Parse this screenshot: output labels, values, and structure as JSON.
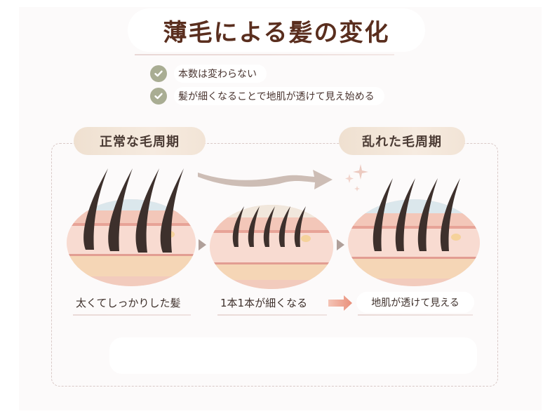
{
  "header": {
    "title": "薄毛による髪の変化"
  },
  "checklist": [
    {
      "icon": "check-circle-icon",
      "text": "本数は変わらない"
    },
    {
      "icon": "check-circle-icon",
      "text": "髪が細くなることで地肌が透けて見え始める"
    }
  ],
  "phases": {
    "normal_label": "正常な毛周期",
    "disrupted_label": "乱れた毛周期"
  },
  "panels": [
    {
      "name": "thick-hair",
      "caption": "太くてしっかりした髪",
      "hair_count": 4
    },
    {
      "name": "thinning-hair",
      "caption": "1本1本が細くなる",
      "hair_count": 5
    },
    {
      "name": "scalp-visible",
      "caption": "地肌が透けて見える",
      "hair_count": 4
    }
  ],
  "colors": {
    "title": "#5a2e1e",
    "check_icon": "#a9ad93",
    "hair": "#3d302c",
    "skin_light": "#f6d5cb",
    "skin_dark": "#e9a99b",
    "fat_layer": "#f4d9b7",
    "arrow_big": "#cdbdb5",
    "arrow_salmon": "#eca08c",
    "dashed_border": "#d9c9c7"
  }
}
